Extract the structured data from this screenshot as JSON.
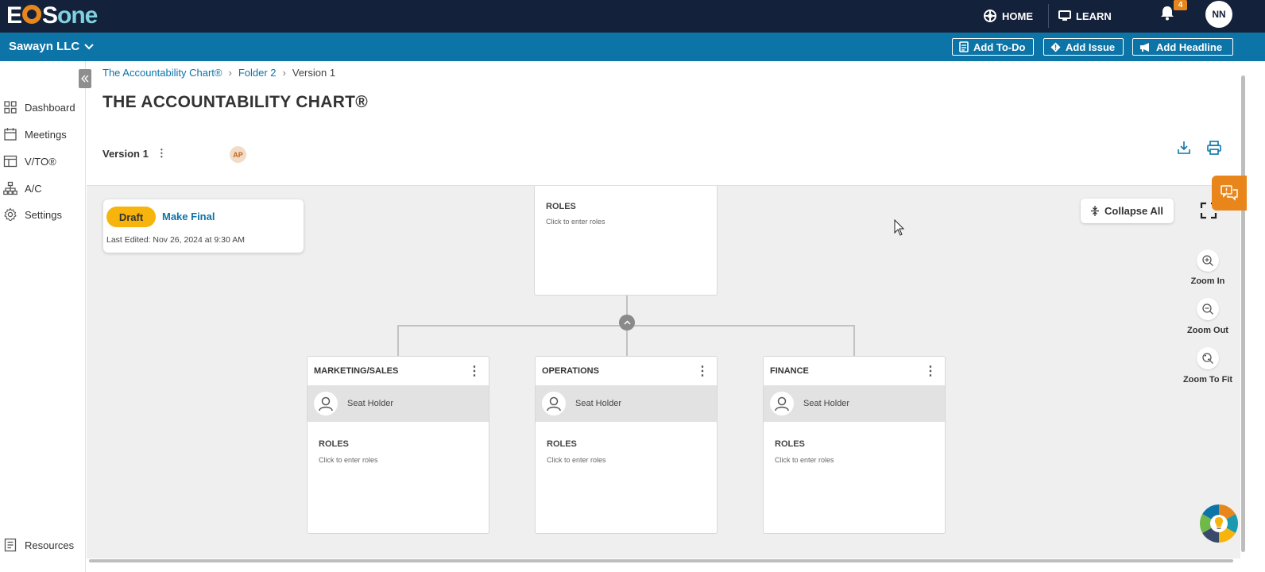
{
  "app": {
    "logo_text_left": "E",
    "logo_text_mid": "S",
    "logo_text_right": "one",
    "nav": {
      "home": "HOME",
      "learn": "LEARN",
      "notifications_count": "4",
      "user_initials": "NN"
    }
  },
  "org": {
    "name": "Sawayn LLC",
    "buttons": {
      "add_todo": "Add To-Do",
      "add_issue": "Add Issue",
      "add_headline": "Add Headline"
    }
  },
  "sidebar": {
    "items": [
      {
        "label": "Dashboard",
        "icon": "grid-icon"
      },
      {
        "label": "Meetings",
        "icon": "calendar-icon"
      },
      {
        "label": "V/TO®",
        "icon": "layout-icon"
      },
      {
        "label": "A/C",
        "icon": "org-chart-icon"
      },
      {
        "label": "Settings",
        "icon": "gear-icon"
      }
    ],
    "resources": "Resources"
  },
  "page": {
    "breadcrumb": {
      "root": "The Accountability Chart®",
      "folder": "Folder 2",
      "current": "Version 1"
    },
    "title": "THE ACCOUNTABILITY CHART®",
    "version_label": "Version 1",
    "version_avatar": "AP"
  },
  "canvas": {
    "status": {
      "draft_label": "Draft",
      "make_final": "Make Final",
      "last_edited": "Last Edited: Nov 26, 2024 at 9:30 AM"
    },
    "collapse_all": "Collapse All",
    "zoom": {
      "zoom_in": "Zoom In",
      "zoom_out": "Zoom Out",
      "zoom_fit": "Zoom To Fit"
    },
    "top_seat": {
      "roles_title": "ROLES",
      "roles_hint": "Click to enter roles"
    },
    "seats": [
      {
        "title": "MARKETING/SALES",
        "holder": "Seat Holder",
        "roles_title": "ROLES",
        "roles_hint": "Click to enter roles"
      },
      {
        "title": "OPERATIONS",
        "holder": "Seat Holder",
        "roles_title": "ROLES",
        "roles_hint": "Click to enter roles"
      },
      {
        "title": "FINANCE",
        "holder": "Seat Holder",
        "roles_title": "ROLES",
        "roles_hint": "Click to enter roles"
      }
    ]
  },
  "colors": {
    "topbar": "#14213a",
    "orgbar": "#0d74a8",
    "accent_orange": "#e8861c",
    "draft_yellow": "#f6b40d",
    "link_blue": "#0d74a8"
  }
}
